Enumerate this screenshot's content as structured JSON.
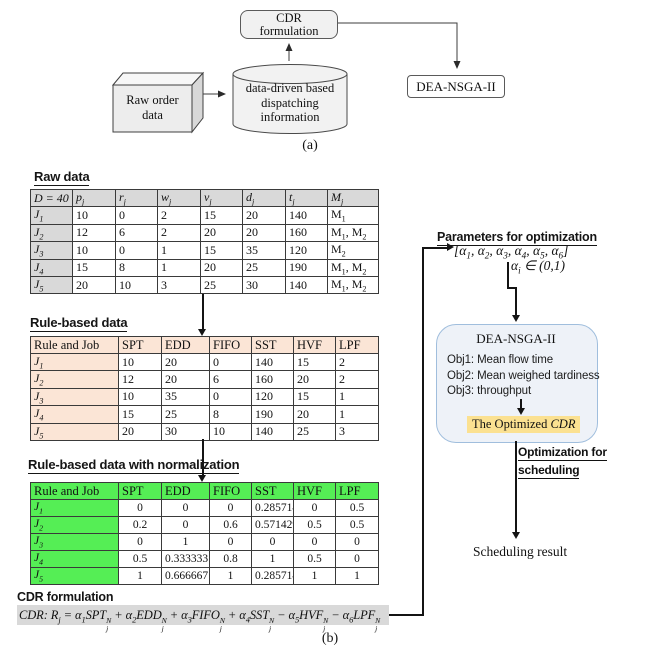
{
  "colors": {
    "gray_header": "#d9d9d9",
    "peach_header": "#fbe5d6",
    "green_header": "#55ee55",
    "formula_bg": "#d9d9d9",
    "yellow_hl": "#fbe191",
    "blue_border": "#a0bedd",
    "blue_fill": "#eef2f8"
  },
  "part_a": {
    "label": "(a)",
    "raw_order_box": {
      "line1": "Raw order",
      "line2": "data"
    },
    "database": {
      "line1": "data-driven based",
      "line2": "dispatching",
      "line3": "information"
    },
    "cdr_box": {
      "line1": "CDR",
      "line2": "formulation"
    },
    "dea_box": "DEA-NSGA-II"
  },
  "part_b": {
    "label": "(b)",
    "sections": {
      "raw_heading": "Raw data",
      "rule_heading": "Rule-based data",
      "norm_heading": "Rule-based data with normalization",
      "cdr_heading": "CDR formulation",
      "formula": "CDR: R_{j} = α_{1}SPT_{j}^{N} + α_{2}EDD_{j}^{N} + α_{3}FIFO_{j}^{N} + α_{4}SST_{j}^{N} − α_{5}HVF_{j}^{N} − α_{6}LPF_{j}^{N}"
    }
  },
  "tables": {
    "raw": {
      "headers": [
        "D = 40",
        "p_{j}",
        "r_{j}",
        "w_{j}",
        "v_{j}",
        "d_{j}",
        "t_{j}",
        "M_{j}"
      ],
      "rows": [
        [
          "J_{1}",
          "10",
          "0",
          "2",
          "15",
          "20",
          "140",
          "M_{1}"
        ],
        [
          "J_{2}",
          "12",
          "6",
          "2",
          "20",
          "20",
          "160",
          "M_{1}, M_{2}"
        ],
        [
          "J_{3}",
          "10",
          "0",
          "1",
          "15",
          "35",
          "120",
          "M_{2}"
        ],
        [
          "J_{4}",
          "15",
          "8",
          "1",
          "20",
          "25",
          "190",
          "M_{1}, M_{2}"
        ],
        [
          "J_{5}",
          "20",
          "10",
          "3",
          "25",
          "30",
          "140",
          "M_{1}, M_{2}"
        ]
      ]
    },
    "rule": {
      "headers": [
        "Rule and Job",
        "SPT",
        "EDD",
        "FIFO",
        "SST",
        "HVF",
        "LPF"
      ],
      "rows": [
        [
          "J_{1}",
          "10",
          "20",
          "0",
          "140",
          "15",
          "2"
        ],
        [
          "J_{2}",
          "12",
          "20",
          "6",
          "160",
          "20",
          "2"
        ],
        [
          "J_{3}",
          "10",
          "35",
          "0",
          "120",
          "15",
          "1"
        ],
        [
          "J_{4}",
          "15",
          "25",
          "8",
          "190",
          "20",
          "1"
        ],
        [
          "J_{5}",
          "20",
          "30",
          "10",
          "140",
          "25",
          "3"
        ]
      ]
    },
    "norm": {
      "headers": [
        "Rule and Job",
        "SPT",
        "EDD",
        "FIFO",
        "SST",
        "HVF",
        "LPF"
      ],
      "rows": [
        [
          "J_{1}",
          "0",
          "0",
          "0",
          "0.285714",
          "0",
          "0.5"
        ],
        [
          "J_{2}",
          "0.2",
          "0",
          "0.6",
          "0.571429",
          "0.5",
          "0.5"
        ],
        [
          "J_{3}",
          "0",
          "1",
          "0",
          "0",
          "0",
          "0"
        ],
        [
          "J_{4}",
          "0.5",
          "0.333333",
          "0.8",
          "1",
          "0.5",
          "0"
        ],
        [
          "J_{5}",
          "1",
          "0.666667",
          "1",
          "0.285714",
          "1",
          "1"
        ]
      ]
    }
  },
  "right_panel": {
    "params_heading": "Parameters for optimization",
    "alpha_vector": "[α_{1}, α_{2}, α_{3}, α_{4}, α_{5}, α_{6}]",
    "alpha_range": "α_{i} ∈ (0,1)",
    "dea_title": "DEA-NSGA-II",
    "objectives": [
      "Obj1: Mean flow time",
      "Obj2: Mean weighed tardiness",
      "Obj3: throughput"
    ],
    "optimized_cdr": {
      "prefix": "The Optimized ",
      "emph": "CDR"
    },
    "opt_for_scheduling": {
      "line1": "Optimization for",
      "line2": "scheduling"
    },
    "result": "Scheduling result"
  }
}
